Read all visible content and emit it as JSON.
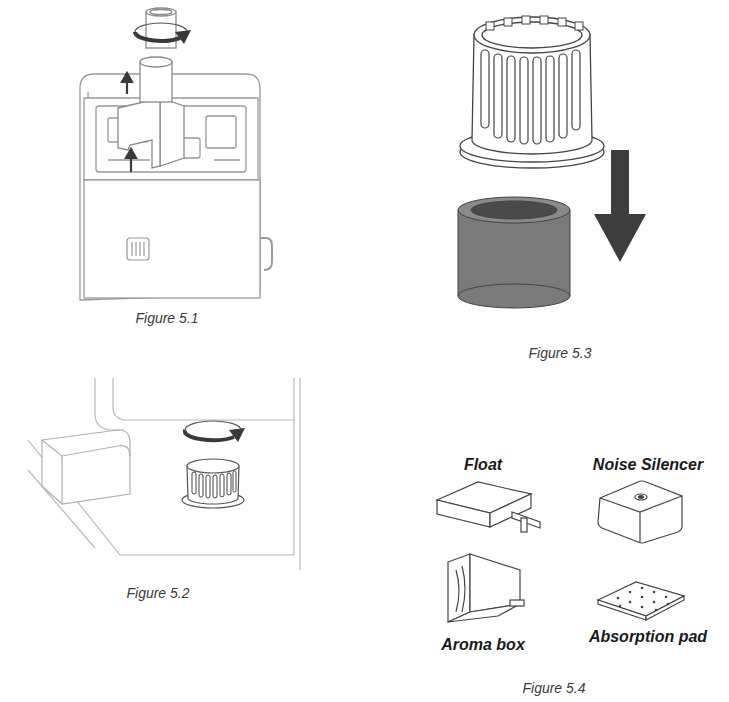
{
  "diagram": {
    "labels": [
      "Figure 5.1",
      "Figure 5.3",
      "Figure 5.2",
      "Float",
      "Noise Silencer",
      "Aroma box",
      "Absorption pad",
      "Figure 5.4"
    ]
  }
}
